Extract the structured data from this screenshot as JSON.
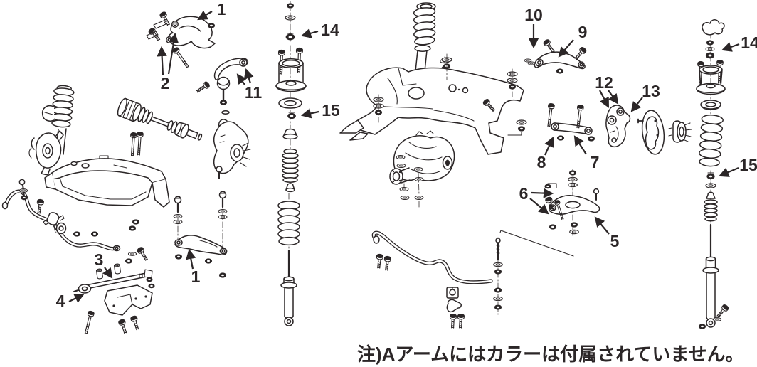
{
  "note": "注)Aアームにはカラーは付属されていません。",
  "colors": {
    "line": "#2b2627",
    "background": "#ffffff"
  },
  "callouts": [
    {
      "label": "1"
    },
    {
      "label": "2"
    },
    {
      "label": "11"
    },
    {
      "label": "14"
    },
    {
      "label": "15"
    },
    {
      "label": "3"
    },
    {
      "label": "4"
    },
    {
      "label": "1"
    },
    {
      "label": "10"
    },
    {
      "label": "9"
    },
    {
      "label": "12"
    },
    {
      "label": "13"
    },
    {
      "label": "8"
    },
    {
      "label": "7"
    },
    {
      "label": "6"
    },
    {
      "label": "5"
    },
    {
      "label": "14"
    },
    {
      "label": "15"
    }
  ]
}
